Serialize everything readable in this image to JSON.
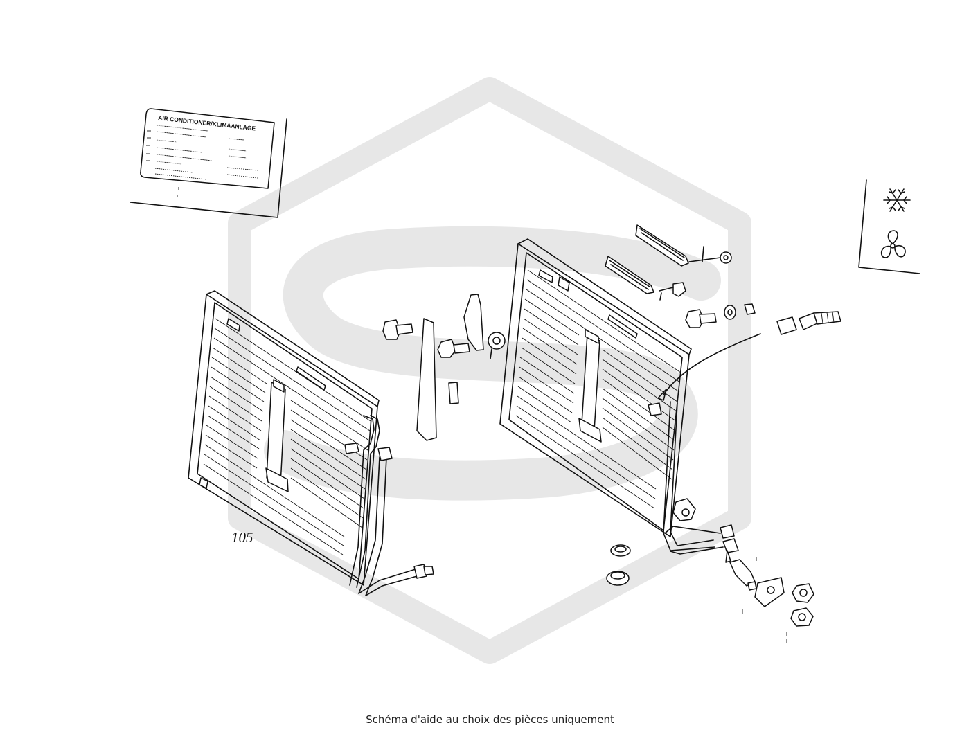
{
  "diagram": {
    "part_number_label": "105",
    "sticker_title": "AIR CONDITIONER/KLIMAANLAGE",
    "symbols": [
      "snowflake-icon",
      "fan-icon"
    ],
    "watermark_color": "#e7e7e7",
    "line_color": "#111111"
  },
  "caption": "Schéma d'aide au choix des pièces uniquement"
}
